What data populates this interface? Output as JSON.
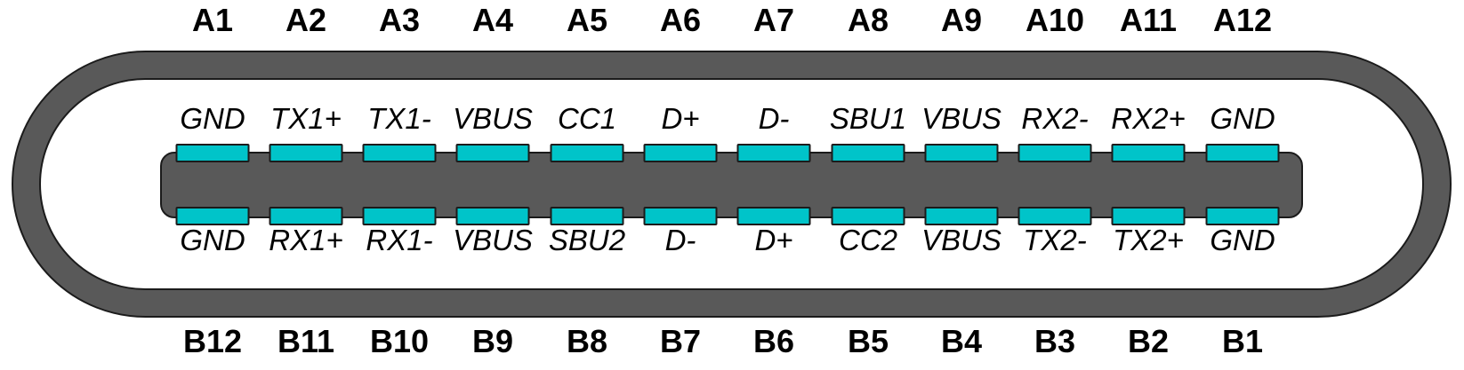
{
  "diagram": {
    "colors": {
      "pin_fill": "#00C4C9",
      "body_gray": "#595959",
      "outline": "#1B1B1B",
      "background": "#FFFFFF",
      "label_text": "#000000"
    },
    "pins": [
      {
        "top_number": "A1",
        "top_name": "GND",
        "bottom_name": "GND",
        "bottom_number": "B12"
      },
      {
        "top_number": "A2",
        "top_name": "TX1+",
        "bottom_name": "RX1+",
        "bottom_number": "B11"
      },
      {
        "top_number": "A3",
        "top_name": "TX1-",
        "bottom_name": "RX1-",
        "bottom_number": "B10"
      },
      {
        "top_number": "A4",
        "top_name": "VBUS",
        "bottom_name": "VBUS",
        "bottom_number": "B9"
      },
      {
        "top_number": "A5",
        "top_name": "CC1",
        "bottom_name": "SBU2",
        "bottom_number": "B8"
      },
      {
        "top_number": "A6",
        "top_name": "D+",
        "bottom_name": "D-",
        "bottom_number": "B7"
      },
      {
        "top_number": "A7",
        "top_name": "D-",
        "bottom_name": "D+",
        "bottom_number": "B6"
      },
      {
        "top_number": "A8",
        "top_name": "SBU1",
        "bottom_name": "CC2",
        "bottom_number": "B5"
      },
      {
        "top_number": "A9",
        "top_name": "VBUS",
        "bottom_name": "VBUS",
        "bottom_number": "B4"
      },
      {
        "top_number": "A10",
        "top_name": "RX2-",
        "bottom_name": "TX2-",
        "bottom_number": "B3"
      },
      {
        "top_number": "A11",
        "top_name": "RX2+",
        "bottom_name": "TX2+",
        "bottom_number": "B2"
      },
      {
        "top_number": "A12",
        "top_name": "GND",
        "bottom_name": "GND",
        "bottom_number": "B1"
      }
    ]
  }
}
